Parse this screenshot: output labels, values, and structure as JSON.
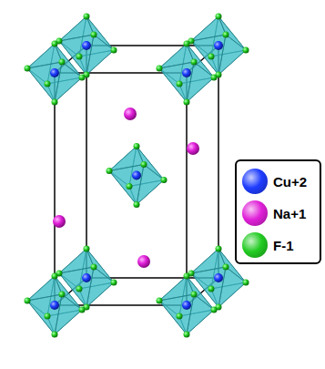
{
  "diagram": {
    "legend": [
      {
        "text": "Cu+2",
        "color": "#1e3cff"
      },
      {
        "text": "Na+1",
        "color": "#e020d8"
      },
      {
        "text": "F-1",
        "color": "#22cc22"
      }
    ]
  }
}
